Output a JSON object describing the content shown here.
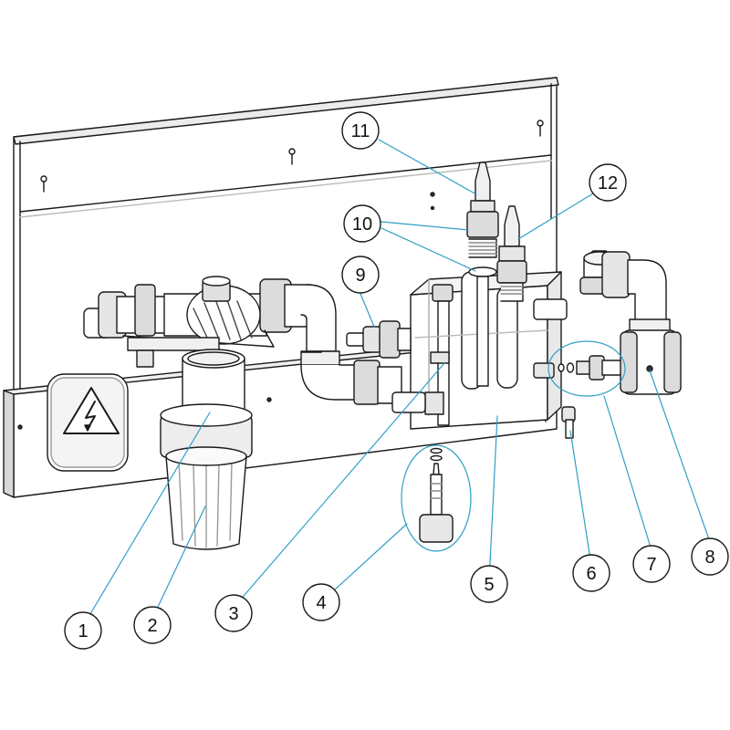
{
  "colors": {
    "line": "#1a1a1a",
    "leader": "#2f9fc6",
    "panel": "#ffffff",
    "shade": "#dcdcdc",
    "light": "#f2f2f2"
  },
  "icons": [
    "electrical-hazard-icon"
  ],
  "callouts": [
    {
      "label": "1"
    },
    {
      "label": "2"
    },
    {
      "label": "3"
    },
    {
      "label": "4"
    },
    {
      "label": "5"
    },
    {
      "label": "6"
    },
    {
      "label": "7"
    },
    {
      "label": "8"
    },
    {
      "label": "9"
    },
    {
      "label": "10"
    },
    {
      "label": "11"
    },
    {
      "label": "12"
    }
  ]
}
